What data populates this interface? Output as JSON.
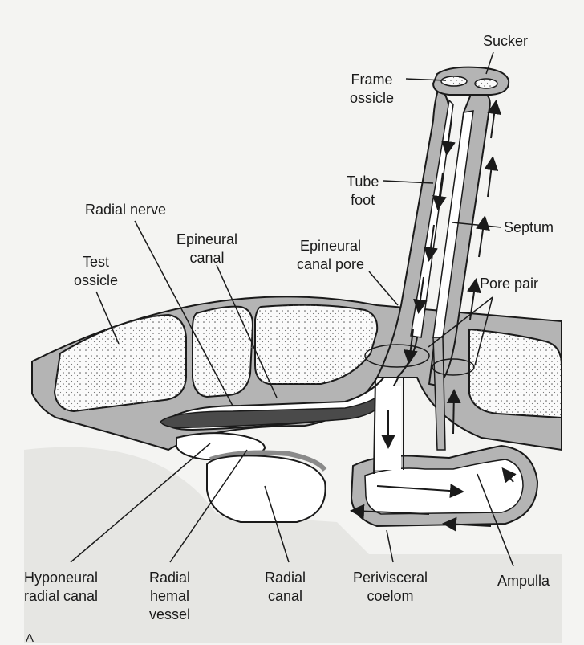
{
  "labels": {
    "sucker": "Sucker",
    "frame_ossicle": "Frame\nossicle",
    "tube_foot": "Tube\nfoot",
    "septum": "Septum",
    "radial_nerve": "Radial nerve",
    "epineural_canal": "Epineural\ncanal",
    "epineural_canal_pore": "Epineural\ncanal pore",
    "test_ossicle": "Test\nossicle",
    "pore_pair": "Pore pair",
    "hyponeural_radial_canal": "Hyponeural\nradial canal",
    "radial_hemal_vessel": "Radial\nhemal\nvessel",
    "radial_canal": "Radial\ncanal",
    "perivisceral_coelom": "Perivisceral\ncoelom",
    "ampulla": "Ampulla"
  },
  "panel_letter": "A",
  "colors": {
    "outline": "#1a1a1a",
    "tissue_gray": "#b4b4b4",
    "nerve_dark": "#4a4a4a",
    "coelom_bg": "#e6e6e3",
    "fluid_white": "#ffffff"
  }
}
